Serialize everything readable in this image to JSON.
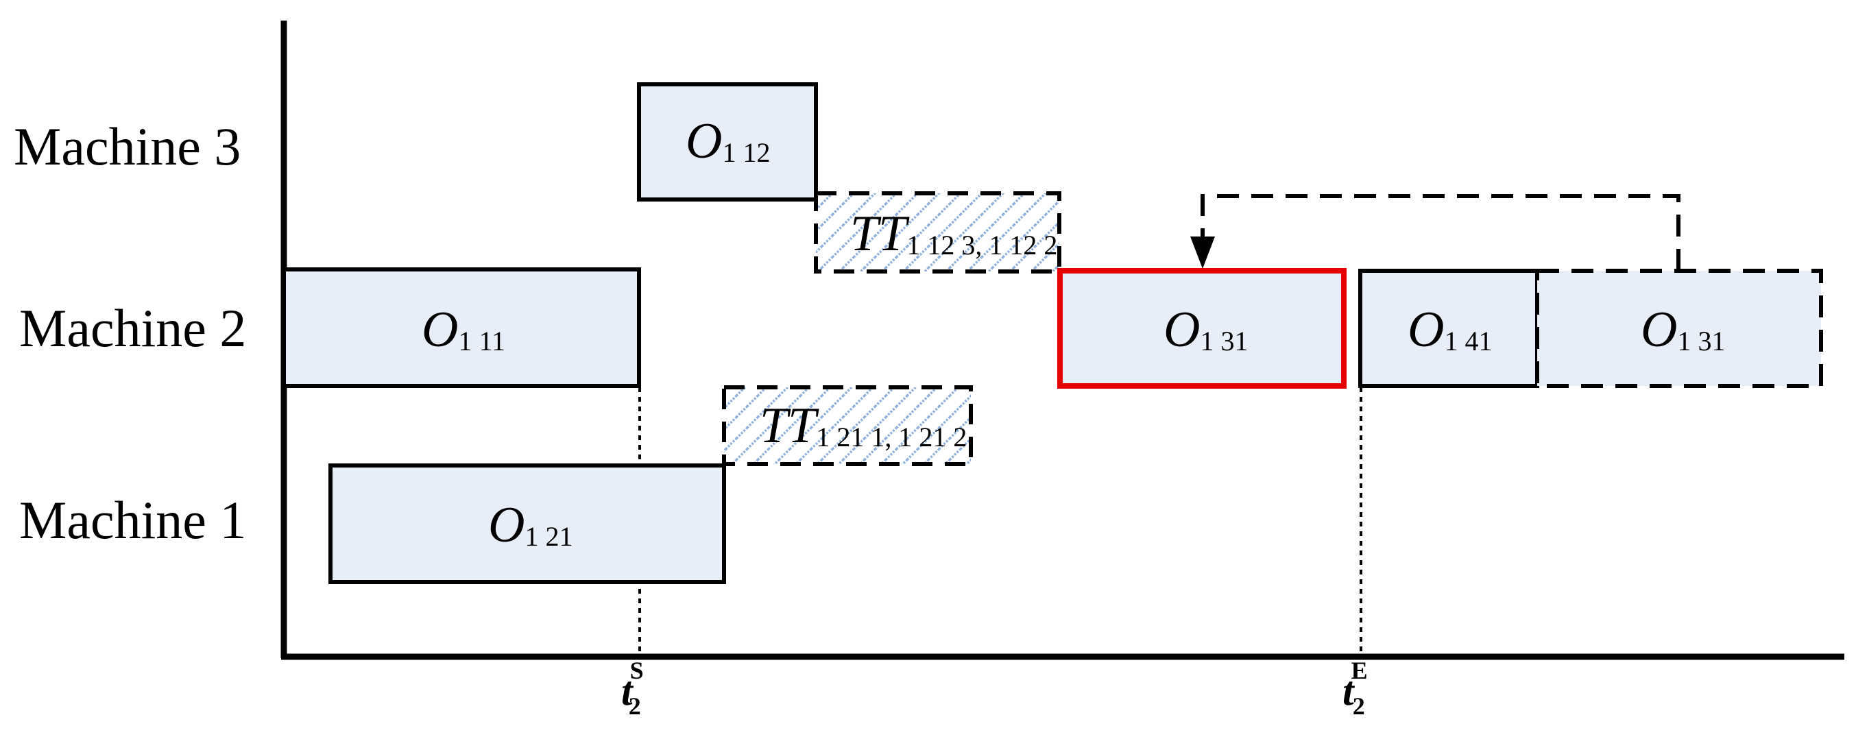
{
  "machines": [
    "Machine 3",
    "Machine 2",
    "Machine 1"
  ],
  "operations": [
    {
      "id": "op-o112",
      "main": "O",
      "sub": "1 12",
      "row": 0,
      "style": "solid"
    },
    {
      "id": "op-o111",
      "main": "O",
      "sub": "1 11",
      "row": 1,
      "style": "solid"
    },
    {
      "id": "op-o131-highlight",
      "main": "O",
      "sub": "1 31",
      "row": 1,
      "style": "highlight"
    },
    {
      "id": "op-o141",
      "main": "O",
      "sub": "1 41",
      "row": 1,
      "style": "solid"
    },
    {
      "id": "op-o131-moved",
      "main": "O",
      "sub": "1 31",
      "row": 1,
      "style": "dashed"
    },
    {
      "id": "op-o121",
      "main": "O",
      "sub": "1 21",
      "row": 2,
      "style": "solid"
    }
  ],
  "transfers": [
    {
      "id": "transfer-tt1123-1122",
      "main": "TT",
      "sub": "1 12 3, 1 12 2"
    },
    {
      "id": "transfer-tt1211-1212",
      "main": "TT",
      "sub": "1 21 1, 1 21 2"
    }
  ],
  "ticks": [
    {
      "id": "tick-t2-start",
      "main": "t",
      "sub": "2",
      "sup": "S"
    },
    {
      "id": "tick-t2-end",
      "main": "t",
      "sub": "2",
      "sup": "E"
    }
  ],
  "colors": {
    "box_fill": "#e8eef8",
    "highlight_stroke": "#e60000",
    "hatch": "#8fb1dc",
    "line": "#000000"
  }
}
